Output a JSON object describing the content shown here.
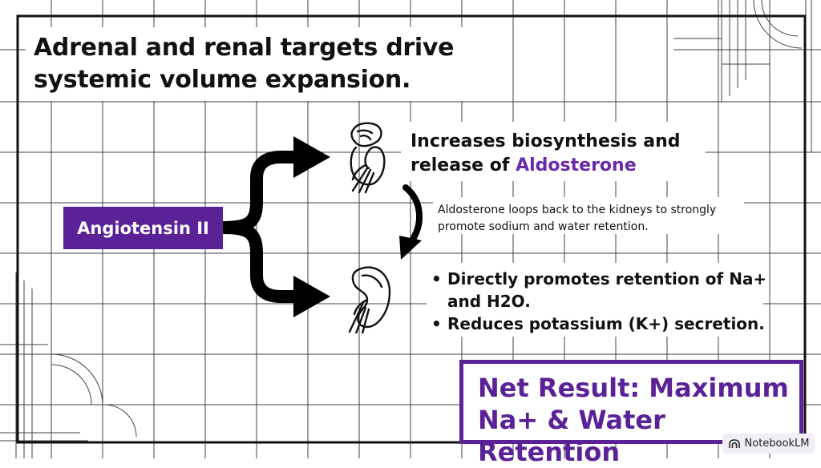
{
  "title": "Adrenal and renal targets drive systemic volume expansion.",
  "source": "Angiotensin II",
  "adrenal": {
    "prefix": "Increases biosynthesis and release of ",
    "highlight": "Aldosterone"
  },
  "loop_note": "Aldosterone loops back to the kidneys to strongly promote sodium and water retention.",
  "kidney_bullets": [
    "Directly promotes retention of Na+ and H2O.",
    "Reduces potassium (K+) secretion."
  ],
  "net_result": "Net Result: Maximum Na+ & Water Retention",
  "badge": "NotebookLM",
  "colors": {
    "accent": "#5b2196",
    "accent_text": "#6a2aa8",
    "ink": "#111111",
    "grid": "#222222"
  },
  "icons": {
    "adrenal": "adrenal-gland-icon",
    "kidney": "kidney-icon",
    "badge": "notebooklm-icon"
  }
}
